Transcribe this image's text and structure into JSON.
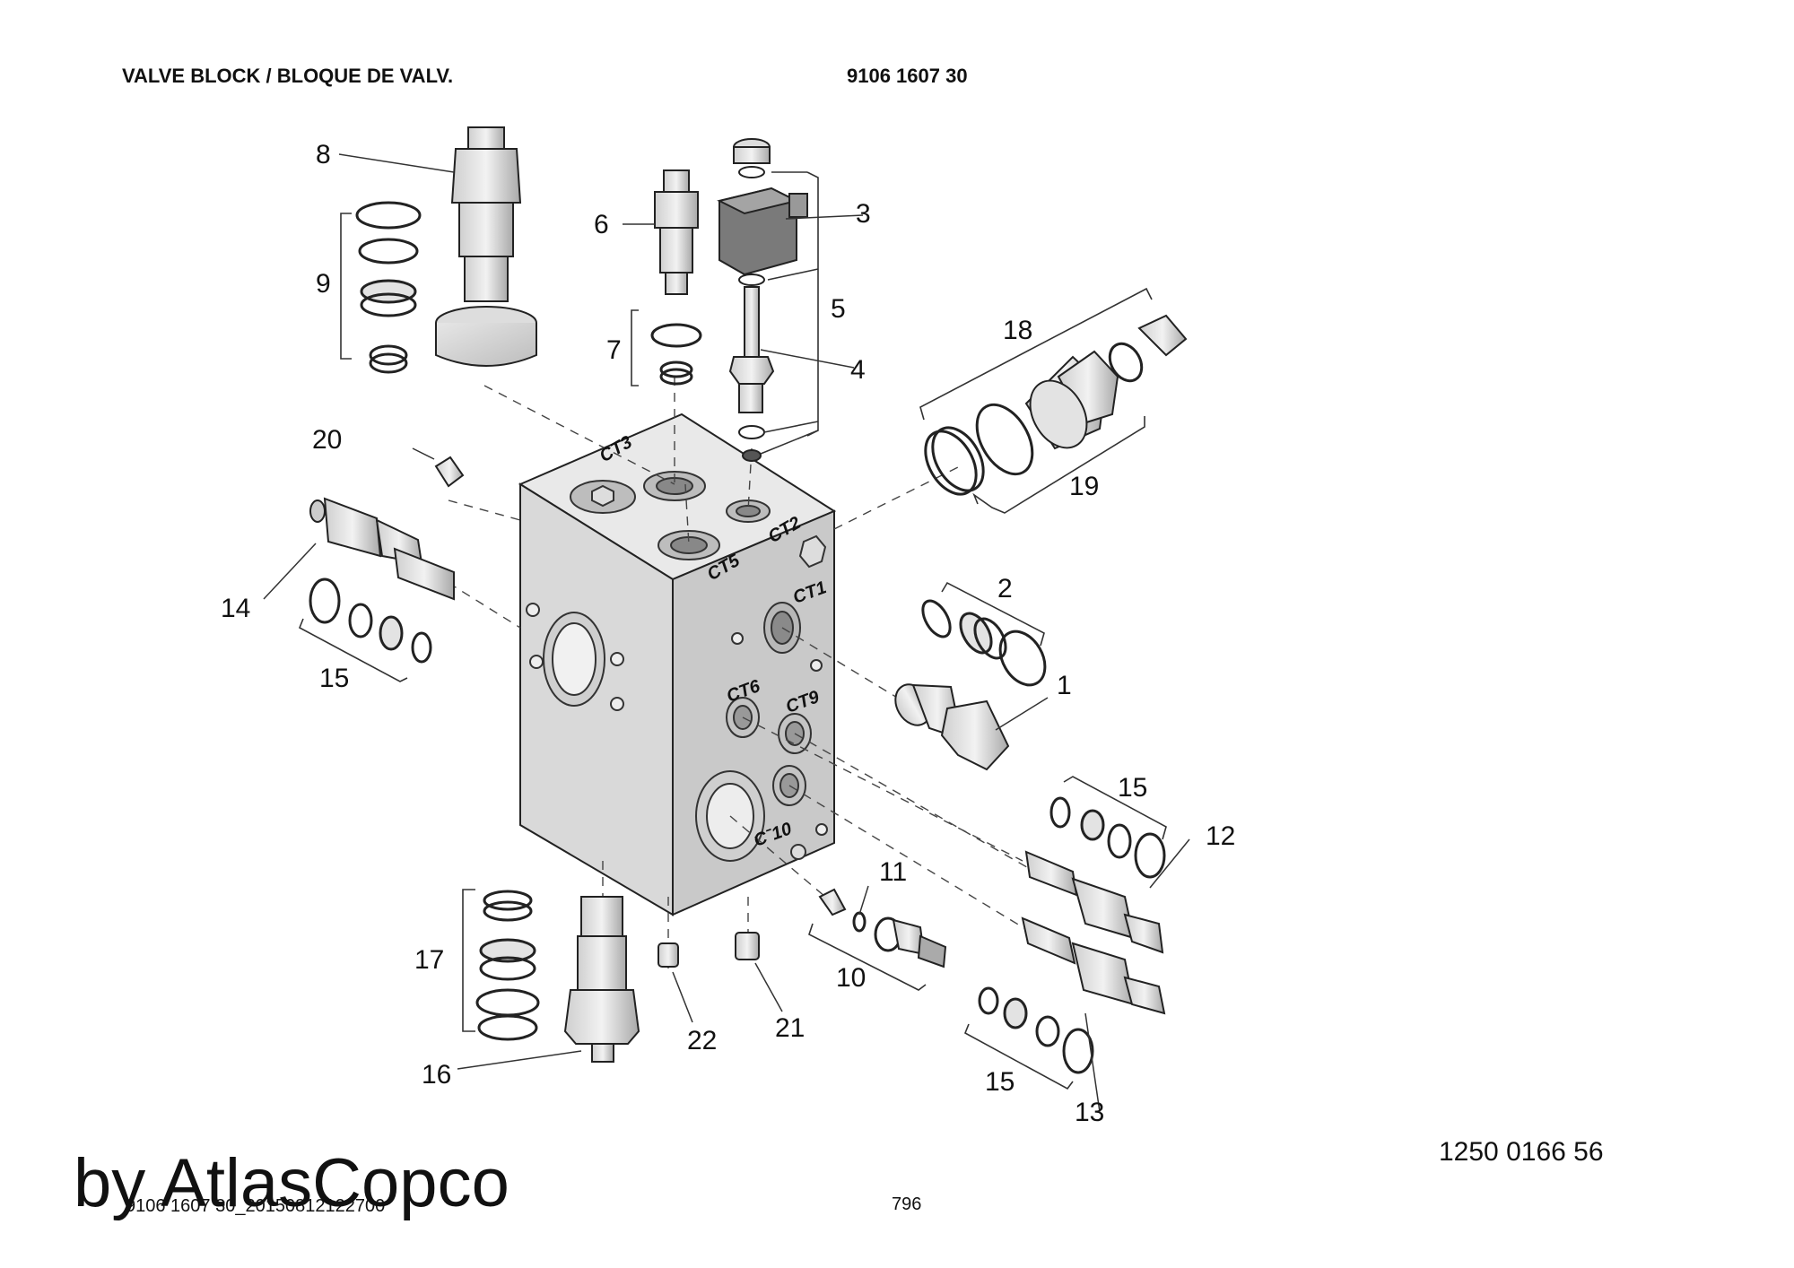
{
  "header": {
    "title": "VALVE BLOCK / BLOQUE DE VALV.",
    "part_number": "9106 1607 30"
  },
  "ports": [
    "CT3",
    "CT5",
    "CT2",
    "CT1",
    "CT6",
    "CT9",
    "Cˉ10"
  ],
  "callouts": {
    "c1": "1",
    "c2": "2",
    "c3": "3",
    "c4": "4",
    "c5": "5",
    "c6": "6",
    "c7": "7",
    "c8": "8",
    "c9": "9",
    "c10": "10",
    "c11": "11",
    "c12": "12",
    "c13": "13",
    "c14": "14",
    "c15a": "15",
    "c15b": "15",
    "c15c": "15",
    "c16": "16",
    "c17": "17",
    "c18": "18",
    "c19": "19",
    "c20": "20",
    "c21": "21",
    "c22": "22"
  },
  "footer": {
    "doc_number": "1250 0166 56",
    "page_number": "796",
    "file_ref": "9106 1607 30_20150812122700",
    "watermark": "by AtlasCopco"
  }
}
